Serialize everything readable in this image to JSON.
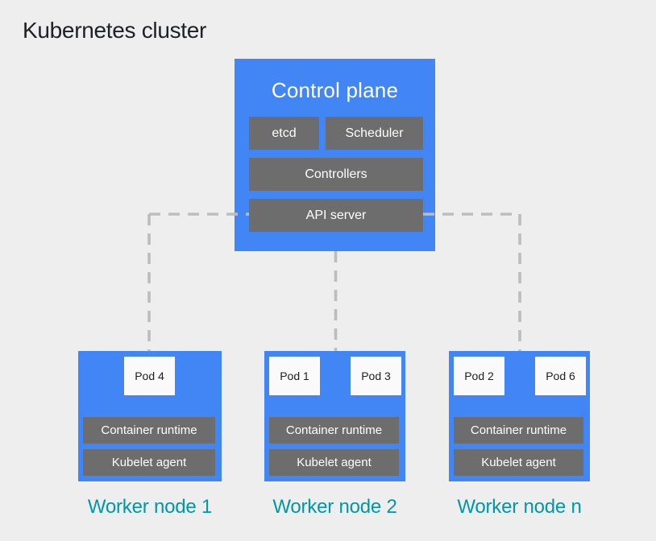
{
  "title": "Kubernetes cluster",
  "control_plane": {
    "title": "Control plane",
    "components": {
      "etcd": "etcd",
      "scheduler": "Scheduler",
      "controllers": "Controllers",
      "api_server": "API server"
    }
  },
  "worker_nodes": [
    {
      "label": "Worker node 1",
      "pods": [
        "Pod 4"
      ],
      "layers": [
        "Container runtime",
        "Kubelet agent"
      ]
    },
    {
      "label": "Worker node 2",
      "pods": [
        "Pod 1",
        "Pod 3"
      ],
      "layers": [
        "Container runtime",
        "Kubelet agent"
      ]
    },
    {
      "label": "Worker node n",
      "pods": [
        "Pod 2",
        "Pod 6"
      ],
      "layers": [
        "Container runtime",
        "Kubelet agent"
      ]
    }
  ],
  "colors": {
    "background": "#eeeeee",
    "node_blue": "#4285f4",
    "component_gray": "#6d6d6d",
    "pod_white": "#fafafa",
    "label_teal": "#0097a7",
    "dash_gray": "#bdbdbd",
    "title_text": "#202124"
  }
}
